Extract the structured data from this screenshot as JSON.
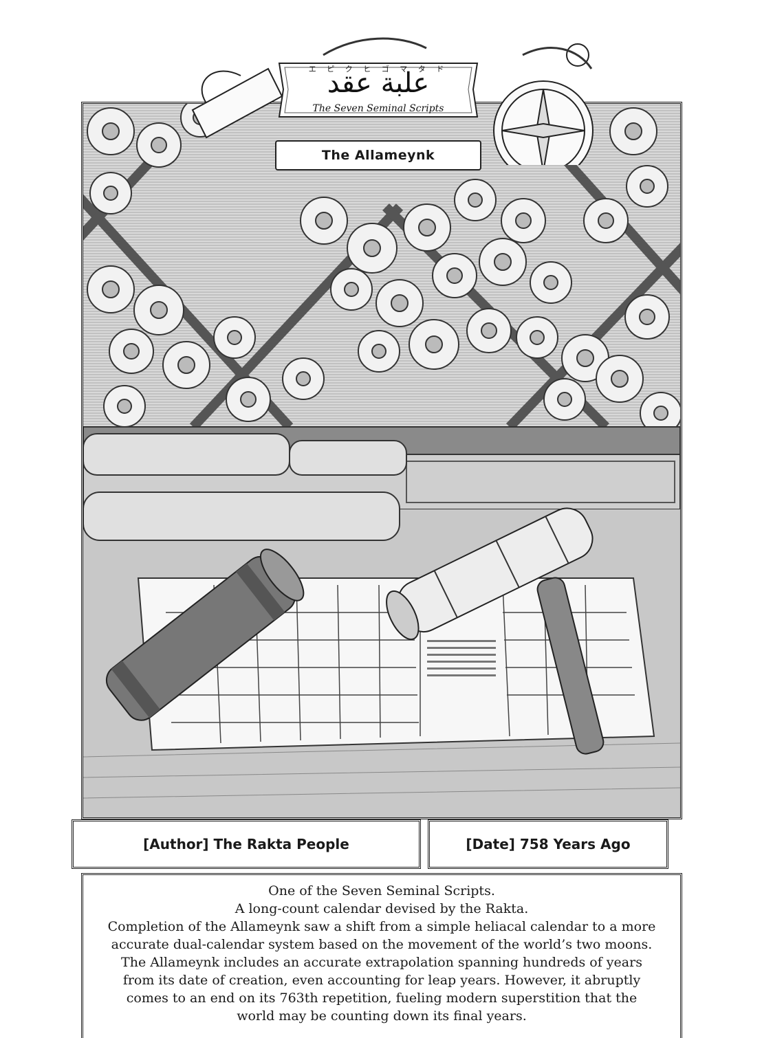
{
  "header": {
    "script_glyphs": "ﻋﻠﺒﺔ ﻋﻘﺪ",
    "phonetic_kana": "エ ピ ク ヒ ゴ マ タ ド",
    "subtitle": "The Seven Seminal Scripts",
    "title": "The Allameynk"
  },
  "info": {
    "author": "[Author] The Rakta People",
    "date": "[Date] 758 Years Ago"
  },
  "description": {
    "lines": [
      "One of the Seven Seminal Scripts.",
      "A long-count calendar devised by the Rakta.",
      "Completion of the Allameynk saw a shift from a simple heliacal calendar to a more",
      "accurate dual-calendar system based on the movement of the world’s two moons.",
      "The Allameynk includes an accurate extrapolation spanning hundreds of years",
      "from its date of creation, even accounting for leap years. However, it abruptly",
      "comes to an end on its 763th repetition, fueling modern superstition that the",
      "world may be counting down its final years."
    ]
  },
  "colors": {
    "ink": "#1a1a1a",
    "paper": "#ffffff",
    "tone": "#e9e9e9"
  }
}
